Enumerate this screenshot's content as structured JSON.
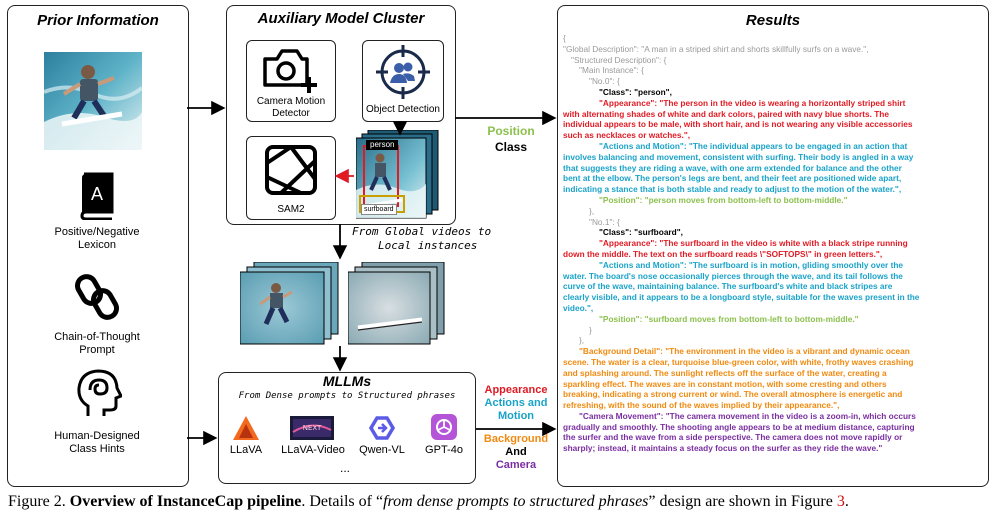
{
  "prior": {
    "title": "Prior Information",
    "lexicon": "Positive/Negative\nLexicon",
    "cot": "Chain-of-Thought\nPrompt",
    "hints": "Human-Designed\nClass Hints"
  },
  "cluster": {
    "title": "Auxiliary Model Cluster",
    "camera": "Camera Motion\nDetector",
    "object": "Object Detection",
    "sam": "SAM2",
    "tag_person": "person",
    "tag_surfboard": "surfboard"
  },
  "flow": {
    "global_to_local_1": "From Global videos to",
    "global_to_local_2": "Local instances",
    "position": "Position",
    "class": "Class",
    "appearance": "Appearance",
    "actions": "Actions and",
    "motion": "Motion",
    "background": "Background",
    "and": "And",
    "camera": "Camera"
  },
  "mllms": {
    "title": "MLLMs",
    "subtitle": "From Dense prompts to Structured phrases",
    "models": [
      "LLaVA",
      "LLaVA-Video",
      "Qwen-VL",
      "GPT-4o"
    ],
    "more": "..."
  },
  "results": {
    "title": "Results",
    "lines": [
      {
        "c": "gray",
        "i": "",
        "t": "{"
      },
      {
        "c": "gray",
        "i": "",
        "t": "\"Global Description\": \"A man in a striped shirt and shorts skillfully surfs on a wave.\","
      },
      {
        "c": "gray",
        "i": "ind1",
        "t": "\"Structured Description\": {"
      },
      {
        "c": "gray",
        "i": "ind2",
        "t": "\"Main Instance\": {"
      },
      {
        "c": "gray",
        "i": "ind3",
        "t": "\"No.0\": {"
      },
      {
        "c": "blk",
        "i": "ind4",
        "t": "\"Class\": \"person\","
      },
      {
        "c": "red",
        "i": "ind4",
        "t": "\"Appearance\": \"The person in the video is wearing a horizontally striped shirt"
      },
      {
        "c": "red",
        "i": "",
        "t": "with alternating shades of white and dark colors, paired with navy blue shorts. The"
      },
      {
        "c": "red",
        "i": "",
        "t": "individual appears to be male, with short hair, and is not wearing any visible accessories"
      },
      {
        "c": "red",
        "i": "",
        "t": "such as necklaces or watches.\","
      },
      {
        "c": "teal",
        "i": "ind4",
        "t": "\"Actions and Motion\": \"The individual appears to be engaged in an action that"
      },
      {
        "c": "teal",
        "i": "",
        "t": "involves balancing and movement, consistent with surfing. Their body is angled in a way"
      },
      {
        "c": "teal",
        "i": "",
        "t": "that suggests they are riding a wave, with one arm extended for balance and the other"
      },
      {
        "c": "teal",
        "i": "",
        "t": "bent at the elbow. The person's legs are bent, and their feet are positioned wide apart,"
      },
      {
        "c": "teal",
        "i": "",
        "t": "indicating a stance that is both stable and ready to adjust to the motion of the water.\","
      },
      {
        "c": "green",
        "i": "ind4",
        "t": "\"Position\": \"person moves from bottom-left to bottom-middle.\""
      },
      {
        "c": "gray",
        "i": "ind3",
        "t": "},"
      },
      {
        "c": "gray",
        "i": "ind3",
        "t": "\"No.1\": {"
      },
      {
        "c": "blk",
        "i": "ind4",
        "t": "\"Class\": \"surfboard\","
      },
      {
        "c": "red",
        "i": "ind4",
        "t": "\"Appearance\": \"The surfboard in the video is white with a black stripe running"
      },
      {
        "c": "red",
        "i": "",
        "t": "down the middle. The text on the surfboard reads \\\"SOFTOPS\\\" in green letters.\","
      },
      {
        "c": "teal",
        "i": "ind4",
        "t": "\"Actions and Motion\": \"The surfboard is in motion, gliding smoothly over the"
      },
      {
        "c": "teal",
        "i": "",
        "t": "water. The board's nose occasionally pierces through the wave, and its tail follows the"
      },
      {
        "c": "teal",
        "i": "",
        "t": "curve of the wave, maintaining balance. The surfboard's white and black stripes are"
      },
      {
        "c": "teal",
        "i": "",
        "t": "clearly visible, and it appears to be a longboard style, suitable for the waves present in the"
      },
      {
        "c": "teal",
        "i": "",
        "t": "video.\","
      },
      {
        "c": "green",
        "i": "ind4",
        "t": "\"Position\": \"surfboard moves from bottom-left to bottom-middle.\""
      },
      {
        "c": "gray",
        "i": "ind3",
        "t": "}"
      },
      {
        "c": "gray",
        "i": "ind2",
        "t": "},"
      },
      {
        "c": "orange",
        "i": "ind2",
        "t": "\"Background Detail\": \"The environment in the video is a vibrant and dynamic ocean"
      },
      {
        "c": "orange",
        "i": "",
        "t": "scene. The water is a clear, turquoise blue-green color, with white, frothy waves crashing"
      },
      {
        "c": "orange",
        "i": "",
        "t": "and splashing around. The sunlight reflects off the surface of the water, creating a"
      },
      {
        "c": "orange",
        "i": "",
        "t": "sparkling effect. The waves are in constant motion, with some cresting and others"
      },
      {
        "c": "orange",
        "i": "",
        "t": "breaking, indicating a strong current or wind. The overall atmosphere is energetic and"
      },
      {
        "c": "orange",
        "i": "",
        "t": "refreshing, with the sound of the waves implied by their appearance.\","
      },
      {
        "c": "purple",
        "i": "ind2",
        "t": "\"Camera Movement\": \"The camera movement in the video is a zoom-in, which occurs"
      },
      {
        "c": "purple",
        "i": "",
        "t": "gradually and smoothly. The shooting angle appears to be at medium distance, capturing"
      },
      {
        "c": "purple",
        "i": "",
        "t": "the surfer and the wave from a side perspective. The camera does not move rapidly or"
      },
      {
        "c": "purple",
        "i": "",
        "t": "sharply; instead, it maintains a steady focus on the surfer as they ride the wave.\""
      }
    ]
  },
  "caption": {
    "prefix": "Figure 2.",
    "bold": "Overview of InstanceCap pipeline",
    "mid": ". Details of “",
    "italic": "from dense prompts to structured phrases",
    "mid2": "” design are shown in Figure ",
    "ref": "3",
    "end": "."
  }
}
